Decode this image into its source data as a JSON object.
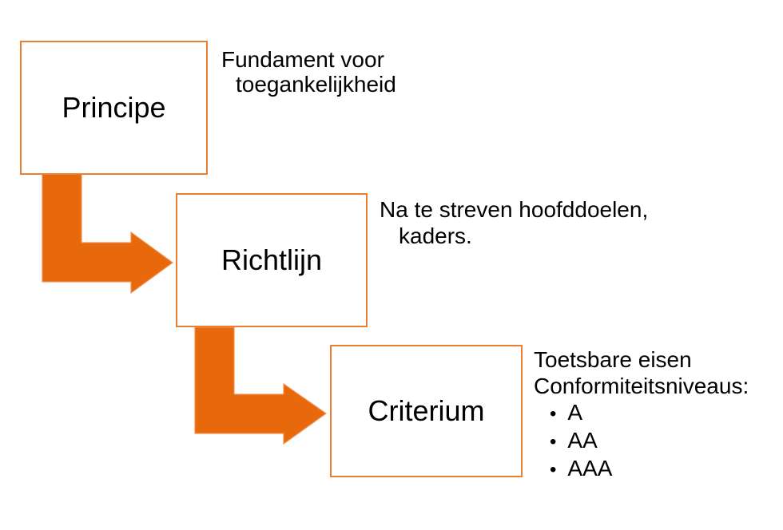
{
  "diagram": {
    "colors": {
      "canvas_bg": "#ffffff",
      "box_fill": "#ffffff",
      "box_border": "#ED7D31",
      "arrow_fill": "#E8690C",
      "arrow_stroke": "#F0914F",
      "text_color": "#000000"
    },
    "boxes": [
      {
        "label": "Principe"
      },
      {
        "label": "Richtlijn"
      },
      {
        "label": "Criterium"
      }
    ],
    "annotations": [
      {
        "lines": [
          "Fundament voor",
          "toegankelijkheid"
        ]
      },
      {
        "lines": [
          "Na te streven hoofddoelen,",
          "kaders."
        ]
      },
      {
        "lines": [
          "Toetsbare eisen",
          "Conformiteitsniveaus:"
        ],
        "bullets": [
          "A",
          "AA",
          "AAA"
        ]
      }
    ]
  }
}
